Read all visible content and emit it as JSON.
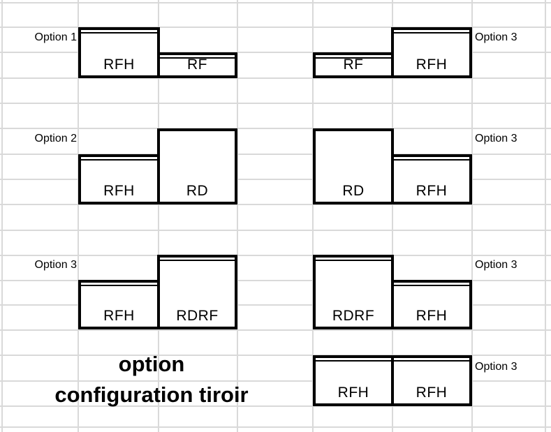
{
  "colors": {
    "box_border": "#000000",
    "gridline": "#d9d9d9",
    "background": "#ffffff",
    "text": "#000000"
  },
  "caption": {
    "line1": "option",
    "line2": "configuration tiroir"
  },
  "diagrams": [
    {
      "option_label": "Option 1",
      "label_side": "left",
      "boxes": [
        {
          "label": "RFH",
          "drawer_line": true
        },
        {
          "label": "RF",
          "drawer_line": true
        }
      ]
    },
    {
      "option_label": "Option 3",
      "label_side": "right",
      "boxes": [
        {
          "label": "RF",
          "drawer_line": true
        },
        {
          "label": "RFH",
          "drawer_line": true
        }
      ]
    },
    {
      "option_label": "Option 2",
      "label_side": "left",
      "boxes": [
        {
          "label": "RFH",
          "drawer_line": true
        },
        {
          "label": "RD",
          "drawer_line": false
        }
      ]
    },
    {
      "option_label": "Option 3",
      "label_side": "right",
      "boxes": [
        {
          "label": "RD",
          "drawer_line": false
        },
        {
          "label": "RFH",
          "drawer_line": true
        }
      ]
    },
    {
      "option_label": "Option 3",
      "label_side": "left",
      "boxes": [
        {
          "label": "RFH",
          "drawer_line": true
        },
        {
          "label": "RDRF",
          "drawer_line": true
        }
      ]
    },
    {
      "option_label": "Option 3",
      "label_side": "right",
      "boxes": [
        {
          "label": "RDRF",
          "drawer_line": true
        },
        {
          "label": "RFH",
          "drawer_line": true
        }
      ]
    },
    {
      "option_label": "Option 3",
      "label_side": "right",
      "boxes": [
        {
          "label": "RFH",
          "drawer_line": true
        },
        {
          "label": "RFH",
          "drawer_line": true
        }
      ]
    }
  ]
}
